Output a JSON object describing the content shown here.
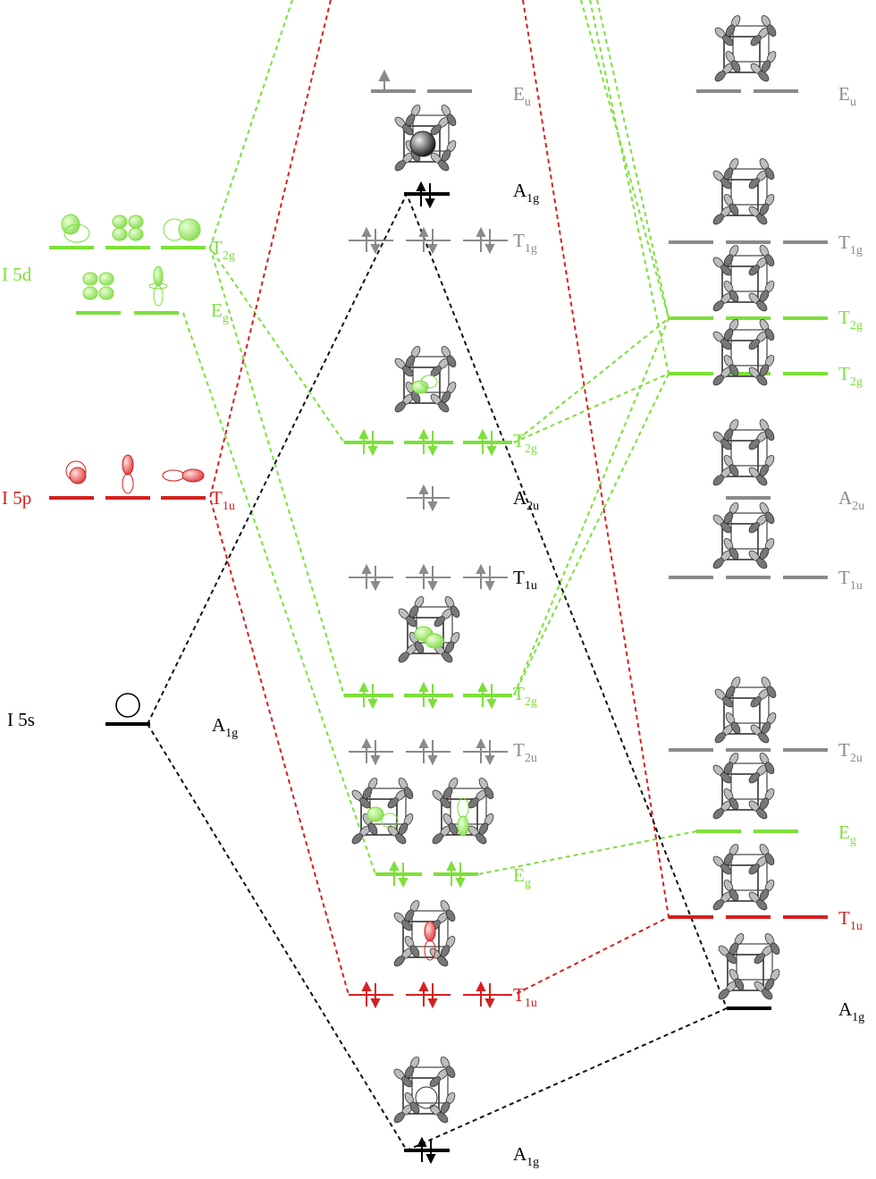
{
  "colors": {
    "iodine_5d": "#7ce03a",
    "iodine_5p": "#d42020",
    "iodine_5s": "#000000",
    "cluster": "#8a8a8a",
    "nonbonding": "#8a8a8a"
  },
  "left": {
    "i5d": {
      "title": "I 5d",
      "t2g": {
        "main": "T",
        "sub": "2g"
      },
      "eg": {
        "main": "E",
        "sub": "g"
      }
    },
    "i5p": {
      "title": "I 5p",
      "t1u": {
        "main": "T",
        "sub": "1u"
      }
    },
    "i5s": {
      "title": "I 5s",
      "a1g": {
        "main": "A",
        "sub": "1g"
      }
    }
  },
  "center": {
    "eu": {
      "main": "E",
      "sub": "u"
    },
    "a1g_top": {
      "main": "A",
      "sub": "1g"
    },
    "t1g": {
      "main": "T",
      "sub": "1g"
    },
    "t2g_upper": {
      "main": "T",
      "sub": "2g"
    },
    "a2u": {
      "main": "A",
      "sub": "2u"
    },
    "t1u_mid": {
      "main": "T",
      "sub": "1u"
    },
    "t2g_lower": {
      "main": "T",
      "sub": "2g"
    },
    "t2u": {
      "main": "T",
      "sub": "2u"
    },
    "eg": {
      "main": "E",
      "sub": "g"
    },
    "t1u_low": {
      "main": "T",
      "sub": "1u"
    },
    "a1g_bottom": {
      "main": "A",
      "sub": "1g"
    }
  },
  "right": {
    "eu": {
      "main": "E",
      "sub": "u"
    },
    "t1g": {
      "main": "T",
      "sub": "1g"
    },
    "t2g_upper": {
      "main": "T",
      "sub": "2g"
    },
    "t2g_lower": {
      "main": "T",
      "sub": "2g"
    },
    "a2u": {
      "main": "A",
      "sub": "2u"
    },
    "t1u_upper": {
      "main": "T",
      "sub": "1u"
    },
    "t2u": {
      "main": "T",
      "sub": "2u"
    },
    "eg": {
      "main": "E",
      "sub": "g"
    },
    "t1u_lower": {
      "main": "T",
      "sub": "1u"
    },
    "a1g": {
      "main": "A",
      "sub": "1g"
    }
  }
}
